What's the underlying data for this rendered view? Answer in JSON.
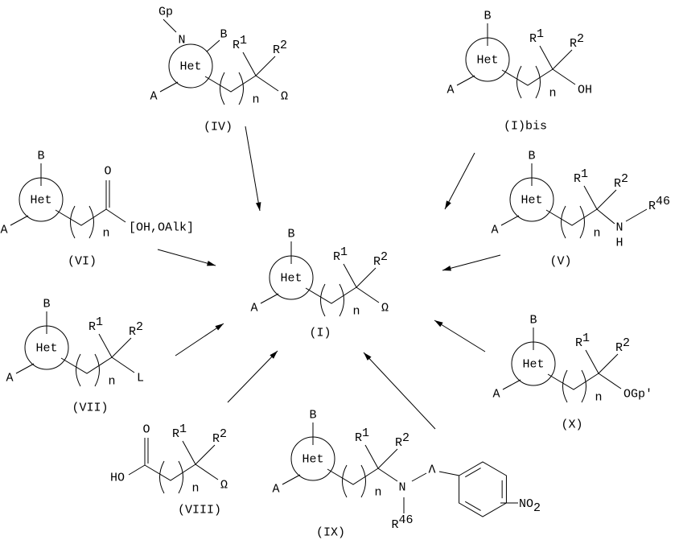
{
  "common": {
    "het": "Het",
    "a": "A",
    "b": "B",
    "n": "n",
    "r1": {
      "base": "R",
      "sup": "1"
    },
    "r2": {
      "base": "R",
      "sup": "2"
    },
    "r46": {
      "base": "R",
      "sup": "46"
    },
    "omega": "Ω"
  },
  "compounds": {
    "I": {
      "label": "(I)"
    },
    "Ibis": {
      "label": "(I)bis",
      "substituent": "OH"
    },
    "IV": {
      "label": "(IV)",
      "ring_n": "N",
      "protecting_group": "Gp"
    },
    "V": {
      "label": "(V)",
      "n_atom": "N",
      "h_atom": "H"
    },
    "VI": {
      "label": "(VI)",
      "oxygen": "O",
      "substituent": "[OH,OAlk]"
    },
    "VII": {
      "label": "(VII)",
      "substituent": "L"
    },
    "VIII": {
      "label": "(VIII)",
      "oxygen": "O",
      "hydroxy": "HO"
    },
    "IX": {
      "label": "(IX)",
      "n_atom": "N",
      "linker": "Λ",
      "nitro": {
        "base": "NO",
        "sub": "2"
      }
    },
    "X": {
      "label": "(X)",
      "substituent": "OGp'"
    }
  }
}
